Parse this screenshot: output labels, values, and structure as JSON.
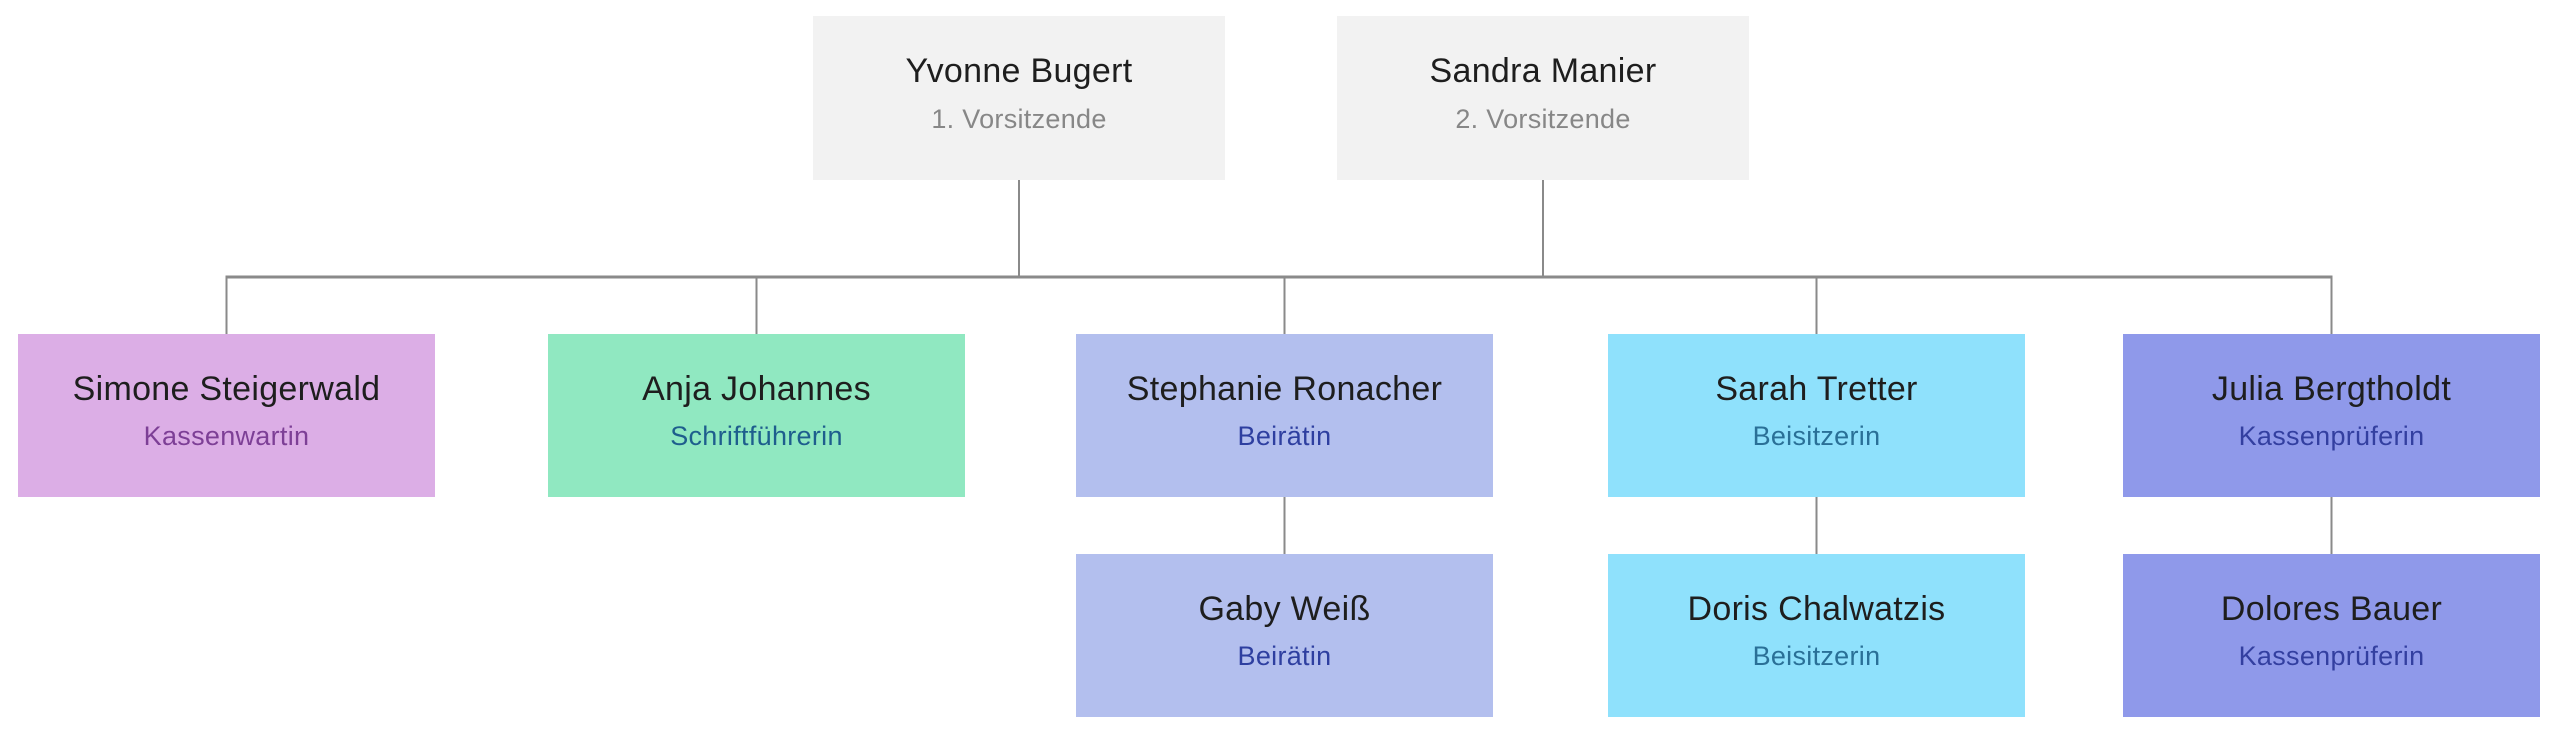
{
  "org_chart": {
    "background_color": "#ffffff",
    "connector_color": "#8a8a8a",
    "name_color": "#1e1e1e",
    "nodes": [
      {
        "id": "chair-1",
        "name": "Yvonne Bugert",
        "role": "1. Vorsitzende",
        "bg": "#f2f2f2",
        "role_color": "#878787"
      },
      {
        "id": "chair-2",
        "name": "Sandra Manier",
        "role": "2. Vorsitzende",
        "bg": "#f2f2f2",
        "role_color": "#878787"
      },
      {
        "id": "kassenwartin",
        "name": "Simone Steigerwald",
        "role": "Kassenwartin",
        "bg": "#dcaee6",
        "role_color": "#7d3f96"
      },
      {
        "id": "schriftfuehrerin",
        "name": "Anja Johannes",
        "role": "Schriftführerin",
        "bg": "#90e8c1",
        "role_color": "#1e5e8d"
      },
      {
        "id": "beiraetin-1",
        "name": "Stephanie Ronacher",
        "role": "Beirätin",
        "bg": "#b3bfee",
        "role_color": "#2e3fa0"
      },
      {
        "id": "beisitzerin-1",
        "name": "Sarah Tretter",
        "role": "Beisitzerin",
        "bg": "#8fe1fc",
        "role_color": "#2a7097"
      },
      {
        "id": "kassenpruferin-1",
        "name": "Julia Bergtholdt",
        "role": "Kassenprüferin",
        "bg": "#8f99ea",
        "role_color": "#333fa0"
      },
      {
        "id": "beiraetin-2",
        "name": "Gaby Weiß",
        "role": "Beirätin",
        "bg": "#b3bfee",
        "role_color": "#2e3fa0"
      },
      {
        "id": "beisitzerin-2",
        "name": "Doris Chalwatzis",
        "role": "Beisitzerin",
        "bg": "#8fe1fc",
        "role_color": "#2a7097"
      },
      {
        "id": "kassenpruferin-2",
        "name": "Dolores Bauer",
        "role": "Kassenprüferin",
        "bg": "#8f99ea",
        "role_color": "#333fa0"
      }
    ]
  }
}
